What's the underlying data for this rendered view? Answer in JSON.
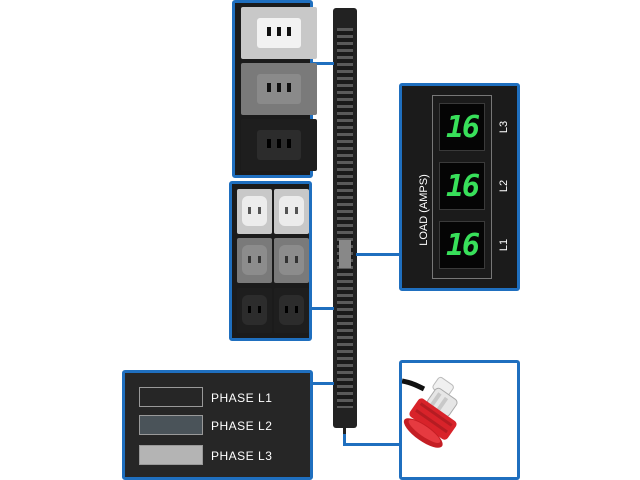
{
  "load_display": {
    "title": "LOAD (AMPS)",
    "rows": [
      {
        "label": "L3",
        "value": "16"
      },
      {
        "label": "L2",
        "value": "16"
      },
      {
        "label": "L1",
        "value": "16"
      }
    ]
  },
  "phase_legend": {
    "items": [
      {
        "label": "PHASE  L1",
        "color": "#262626"
      },
      {
        "label": "PHASE  L2",
        "color": "#4a5359"
      },
      {
        "label": "PHASE  L3",
        "color": "#b4b4b4"
      }
    ]
  },
  "colors": {
    "accent": "#1f6fbf",
    "display_digits": "#38e05a",
    "plug_red": "#d8232a"
  }
}
